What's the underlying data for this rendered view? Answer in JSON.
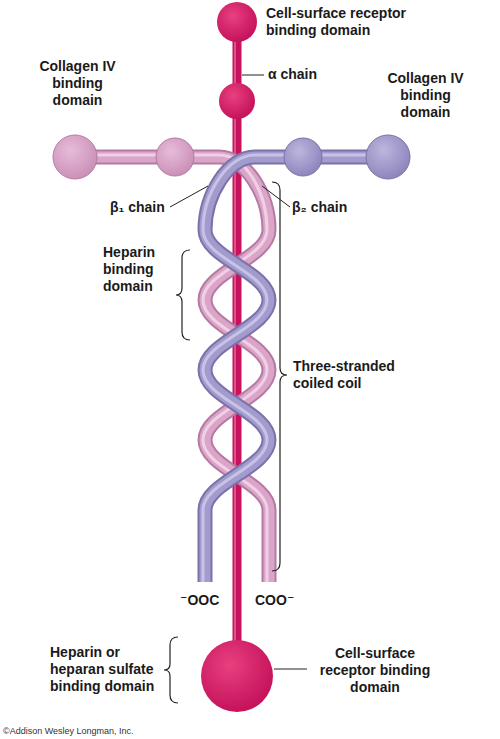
{
  "diagram": {
    "labels": [
      "Cell-surface receptor binding domain",
      "α chain",
      "Collagen IV binding domain",
      "Collagen IV binding domain",
      "β₁ chain",
      "β₂ chain",
      "Heparin binding domain",
      "Three-stranded coiled coil",
      "⁻OOC",
      "COO⁻",
      "Heparin or heparan sulfate binding domain",
      "Cell-surface receptor binding domain",
      "©Addison Wesley Longman, Inc."
    ]
  }
}
